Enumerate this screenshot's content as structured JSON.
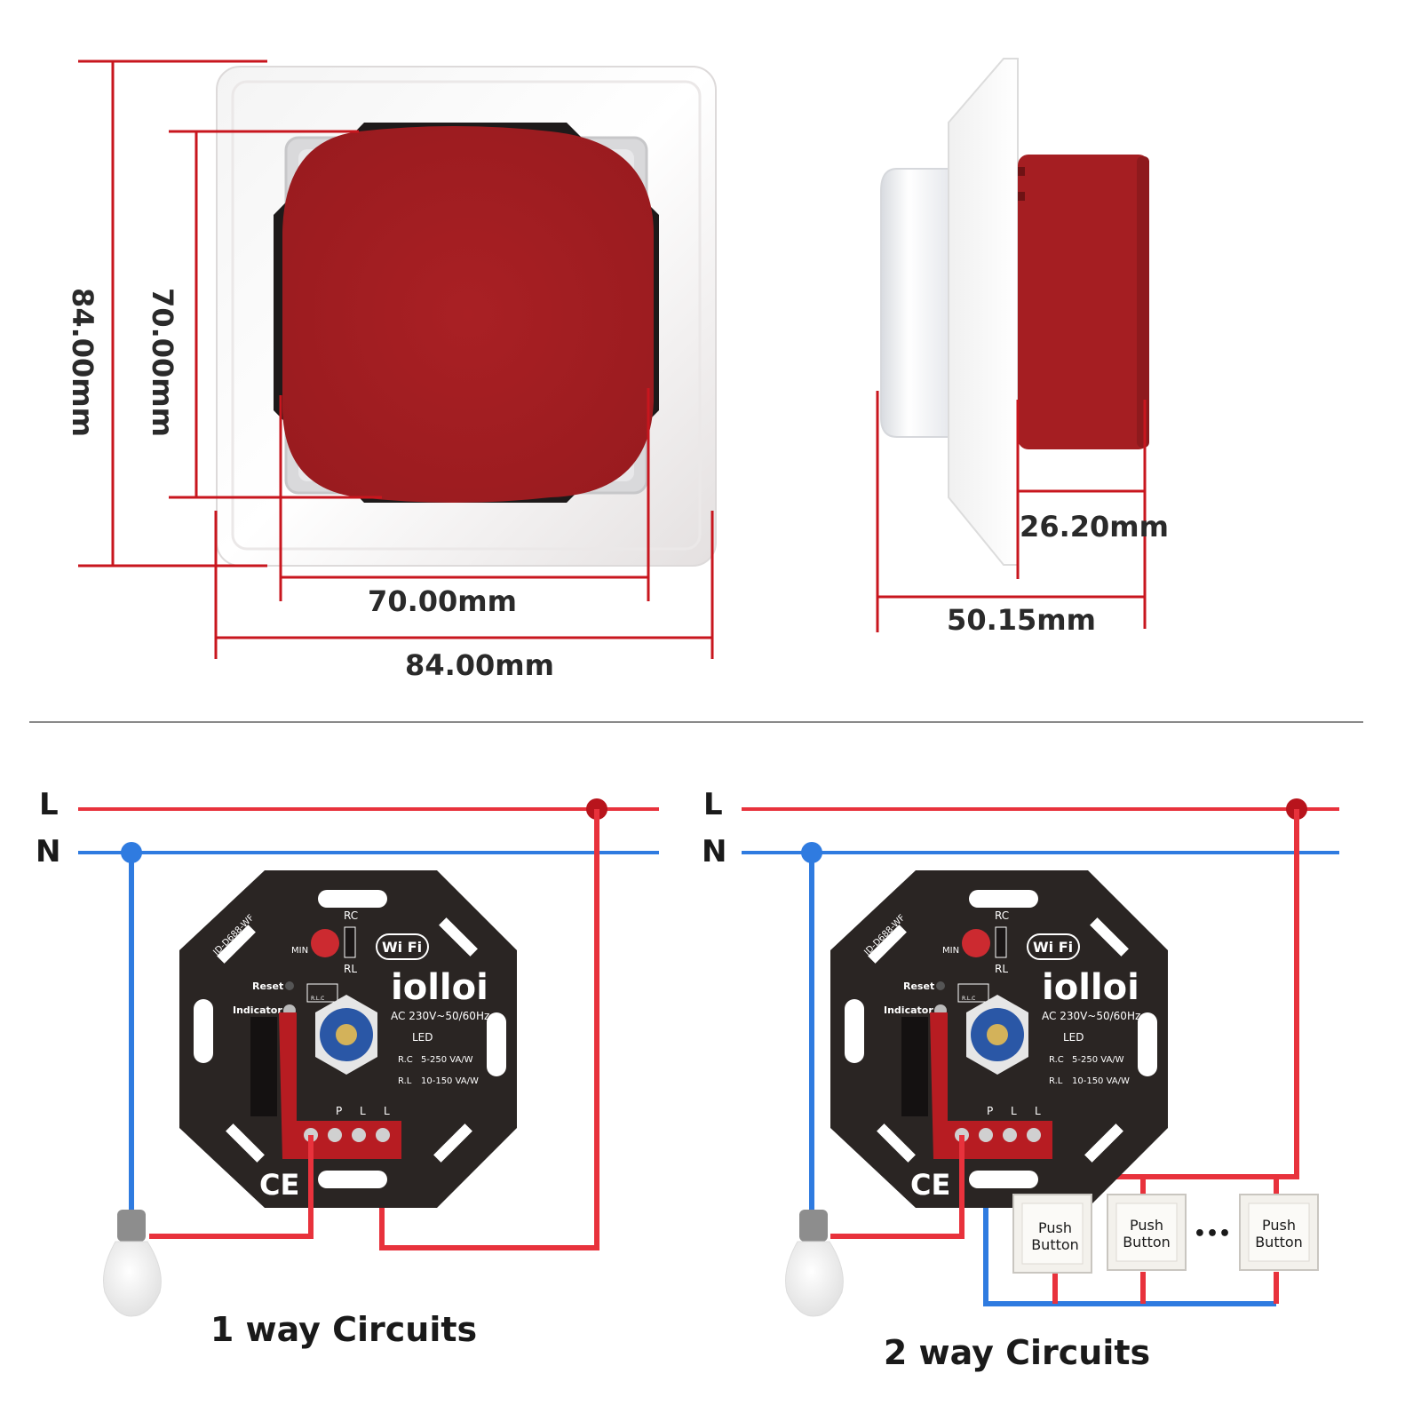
{
  "dimensions": {
    "front_height_outer": "84.00mm",
    "front_height_inner": "70.00mm",
    "front_width_inner": "70.00mm",
    "front_width_outer": "84.00mm",
    "side_depth_body": "26.20mm",
    "side_depth_total": "50.15mm"
  },
  "rails": {
    "live": "L",
    "neutral": "N"
  },
  "module": {
    "model": "ID-D688-WF",
    "brand": "iolloi",
    "wifi": "Wi Fi",
    "voltage": "AC 230V~50/60Hz",
    "led": "LED",
    "rc_spec_label": "R.C",
    "rc_spec_value": "5-250 VA/W",
    "rl_spec_label": "R.L",
    "rl_spec_value": "10-150 VA/W",
    "rc": "RC",
    "rl": "RL",
    "min": "MIN",
    "reset": "Reset",
    "indicator": "Indicator",
    "rlc": "R.L.C",
    "terminal_p": "P",
    "terminal_l1": "L",
    "terminal_l2": "L",
    "ce": "CE"
  },
  "push_button": {
    "line1": "Push",
    "line2": "Button"
  },
  "ellipsis": "•••",
  "captions": {
    "one_way": "1 way Circuits",
    "two_way": "2 way Circuits"
  },
  "colors": {
    "live": "#e8323c",
    "neutral": "#2f7be0",
    "dim_line": "#c8161e",
    "body_red": "#a51e22",
    "board": "#2a2523"
  }
}
